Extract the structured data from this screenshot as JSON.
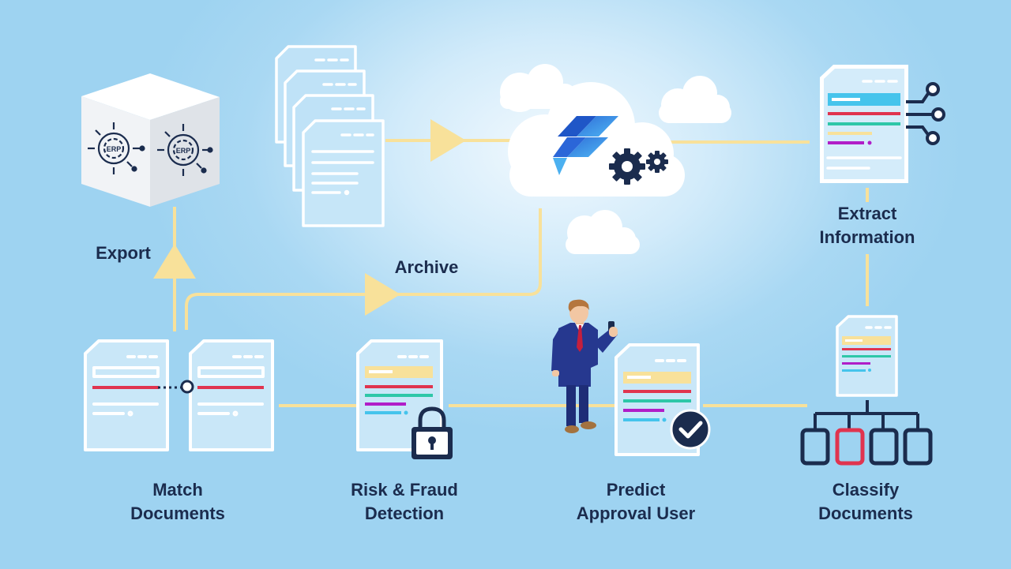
{
  "labels": {
    "export": "Export",
    "archive": "Archive",
    "extract": [
      "Extract",
      "Information"
    ],
    "match": [
      "Match",
      "Documents"
    ],
    "risk": [
      "Risk & Fraud",
      "Detection"
    ],
    "predict": [
      "Predict",
      "Approval User"
    ],
    "classify": [
      "Classify",
      "Documents"
    ]
  },
  "erp_cube_text": [
    "ERP",
    "ERP"
  ],
  "icons": [
    "erp-cube-icon",
    "document-stack-icon",
    "cloud-logo-icon",
    "gear-icon",
    "extract-document-icon",
    "network-nodes-icon",
    "match-document-icon",
    "link-icon",
    "lock-icon",
    "businessman-icon",
    "check-badge-icon",
    "classify-tree-icon"
  ],
  "colors": {
    "background": "#a9d8f3",
    "flow_line": "#f8e19a",
    "doc_outline": "#ffffff",
    "navy": "#1b2c4e",
    "line_red": "#e0344f",
    "line_cyan": "#45c4ec",
    "line_yellow": "#f8e19a",
    "line_teal": "#2ec7a8",
    "line_purple": "#b01ec8",
    "logo_blue": "#3a8ee6"
  }
}
